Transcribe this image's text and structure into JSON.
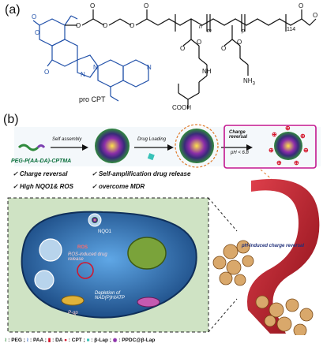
{
  "panels": {
    "a": {
      "label": "(a)"
    },
    "b": {
      "label": "(b)"
    }
  },
  "structure": {
    "subscript_114": "114",
    "subscript_m": "m",
    "subscript_p": "p",
    "subscript_n": "n",
    "pro_cpt": "pro CPT",
    "nh": "NH",
    "nh3": "NH",
    "nh3_sub": "3",
    "cooh": "COOH",
    "o_label": "O"
  },
  "flow": {
    "polymer_label": "PEG-P(AA-DA)-CPTMA",
    "self_assembly": "Self assembly",
    "drug_loading": "Drug Loading",
    "charge_reversal": "Charge reversal",
    "ph_condition": "pH < 6.8"
  },
  "features": {
    "item1": "Charge reversal",
    "item2": "Self-amplification drug release",
    "item3": "High NQO1& ROS",
    "item4": "overcome MDR"
  },
  "cell": {
    "nqo1": "NQO1",
    "ros": "ROS",
    "ros_release": "ROS-induced drug release",
    "depletion": "Depletion of NAD(P)H/ATP",
    "pgp": "P-gp",
    "ph_reversal": "pH-induced charge reversal"
  },
  "legend": {
    "peg": "PEG",
    "paa": "PAA",
    "da": "DA",
    "cpt": "CPT",
    "blap": "β-Lap",
    "ppdc": "PPDC@β-Lap"
  },
  "colors": {
    "blue_drug": "#2a64c8",
    "green_flow": "#0a6f3c",
    "magenta_box": "#c2168f",
    "vessel_red": "#b3121f",
    "cell_blue": "#2d6fb3",
    "tumor_orange": "#d9a86b"
  }
}
